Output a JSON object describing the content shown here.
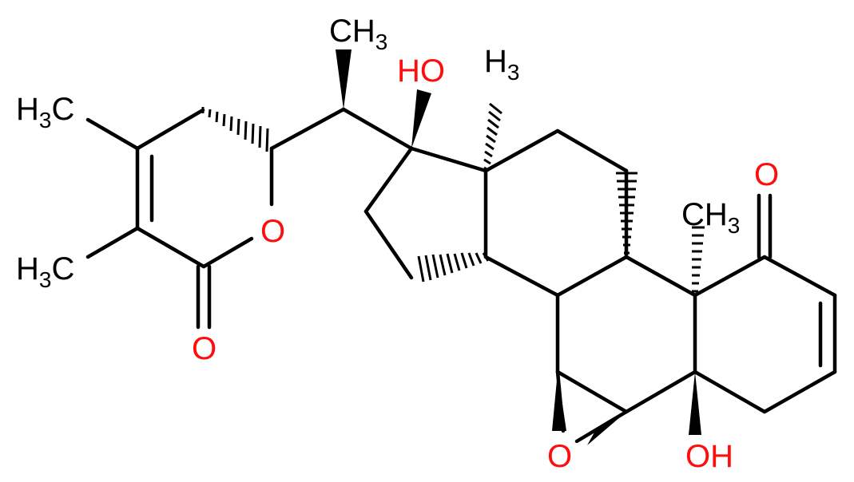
{
  "molecule": {
    "atoms": {
      "ch3_top": {
        "main": "CH",
        "sub": "3"
      },
      "h3c_upper_left": {
        "main": "H",
        "sub": "3",
        "tail": "C"
      },
      "h3c_lower_left": {
        "main": "H",
        "sub": "3",
        "tail": "C"
      },
      "ring_o": "O",
      "lactone_o": "O",
      "ho_17": "HO",
      "h3_18": {
        "main": "H",
        "sub": "3"
      },
      "ch3_19": {
        "main": "CH",
        "sub": "3"
      },
      "ketone_o": "O",
      "epoxide_o": "O",
      "oh_5": "OH"
    },
    "colors": {
      "carbon": "#000000",
      "oxygen": "#ff0d0d"
    }
  }
}
